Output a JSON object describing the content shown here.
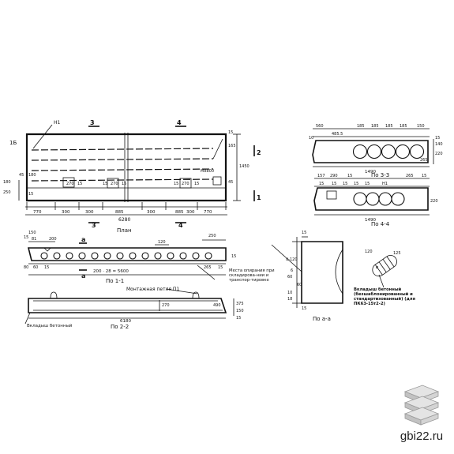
{
  "plan": {
    "title": "План",
    "mark_no": "Н1",
    "row_mark": "1Б",
    "section_marks": {
      "three_top": "3",
      "three_bottom": "3",
      "four_top": "4",
      "four_bottom": "4",
      "two_left": "2",
      "one_left": "1"
    },
    "dims_bottom": [
      "770",
      "300",
      "300",
      "885",
      "300",
      "885",
      "300",
      "770"
    ],
    "overall_length": "6280",
    "right_dims": [
      "15",
      "165",
      "1450",
      "45"
    ],
    "left_dims": [
      "180",
      "250"
    ],
    "side_labels": [
      "15",
      "270",
      "15",
      "15",
      "270",
      "15",
      "15",
      "270",
      "15"
    ],
    "misc": [
      "45",
      "180",
      "M8800"
    ]
  },
  "sec33": {
    "title": "По 3-3",
    "dims_top": [
      "560",
      "185",
      "185",
      "185",
      "185",
      "150"
    ],
    "dims_top2": [
      "485.5"
    ],
    "width": "1490",
    "right_dims": [
      "140",
      "265",
      "220",
      "15"
    ],
    "left": "10"
  },
  "sec44": {
    "title": "По 4-4",
    "dims_top": [
      "157",
      "290",
      "15",
      "265",
      "15"
    ],
    "marks": [
      "15",
      "15",
      "15",
      "15",
      "15",
      "Н1"
    ],
    "width": "1490",
    "right": "220"
  },
  "sec11": {
    "title": "По 1-1",
    "mark_a": "а",
    "top_left_dims": [
      "150",
      "81",
      "200",
      "15"
    ],
    "top_right_dims": [
      "120",
      "250"
    ],
    "bottom_left": [
      "80",
      "60",
      "15"
    ],
    "bottom_right": [
      "265",
      "15"
    ],
    "pitch": "200 · 28 = 5600",
    "note": "Места опирания при складирова-нии и транспор-тировке",
    "side": [
      "15"
    ]
  },
  "sec22": {
    "title": "По 2-2",
    "loop_label": "Монтажная петля П1",
    "insert_label": "Вкладыш бетонный",
    "length": "6180",
    "mid_dim": "270",
    "right_dims": [
      "490",
      "375",
      "150",
      "15"
    ]
  },
  "secaa": {
    "title": "По а-а",
    "dims": [
      "15",
      "d-120",
      "6",
      "60",
      "10",
      "60",
      "18",
      "15"
    ]
  },
  "insert": {
    "dims": [
      "120",
      "125",
      "ø"
    ],
    "caption": "Вкладыш бетонный (безшаблонированный и стандартизованный) (для ПК63-15т2-2)"
  },
  "watermark": {
    "text": "gbi22.ru"
  }
}
